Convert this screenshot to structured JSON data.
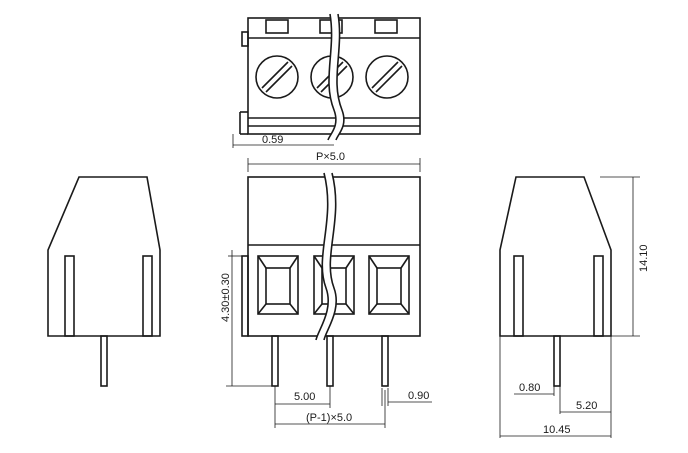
{
  "dimensions": {
    "pin_offset": "0.59",
    "length": "P×5.0",
    "height_to_pcb": "4.30±0.30",
    "pitch": "5.00",
    "pin_width": "0.90",
    "pin_span": "(P-1)×5.0",
    "total_height": "14.10",
    "pin_thickness": "0.80",
    "pin_setback": "5.20",
    "depth": "10.45"
  }
}
